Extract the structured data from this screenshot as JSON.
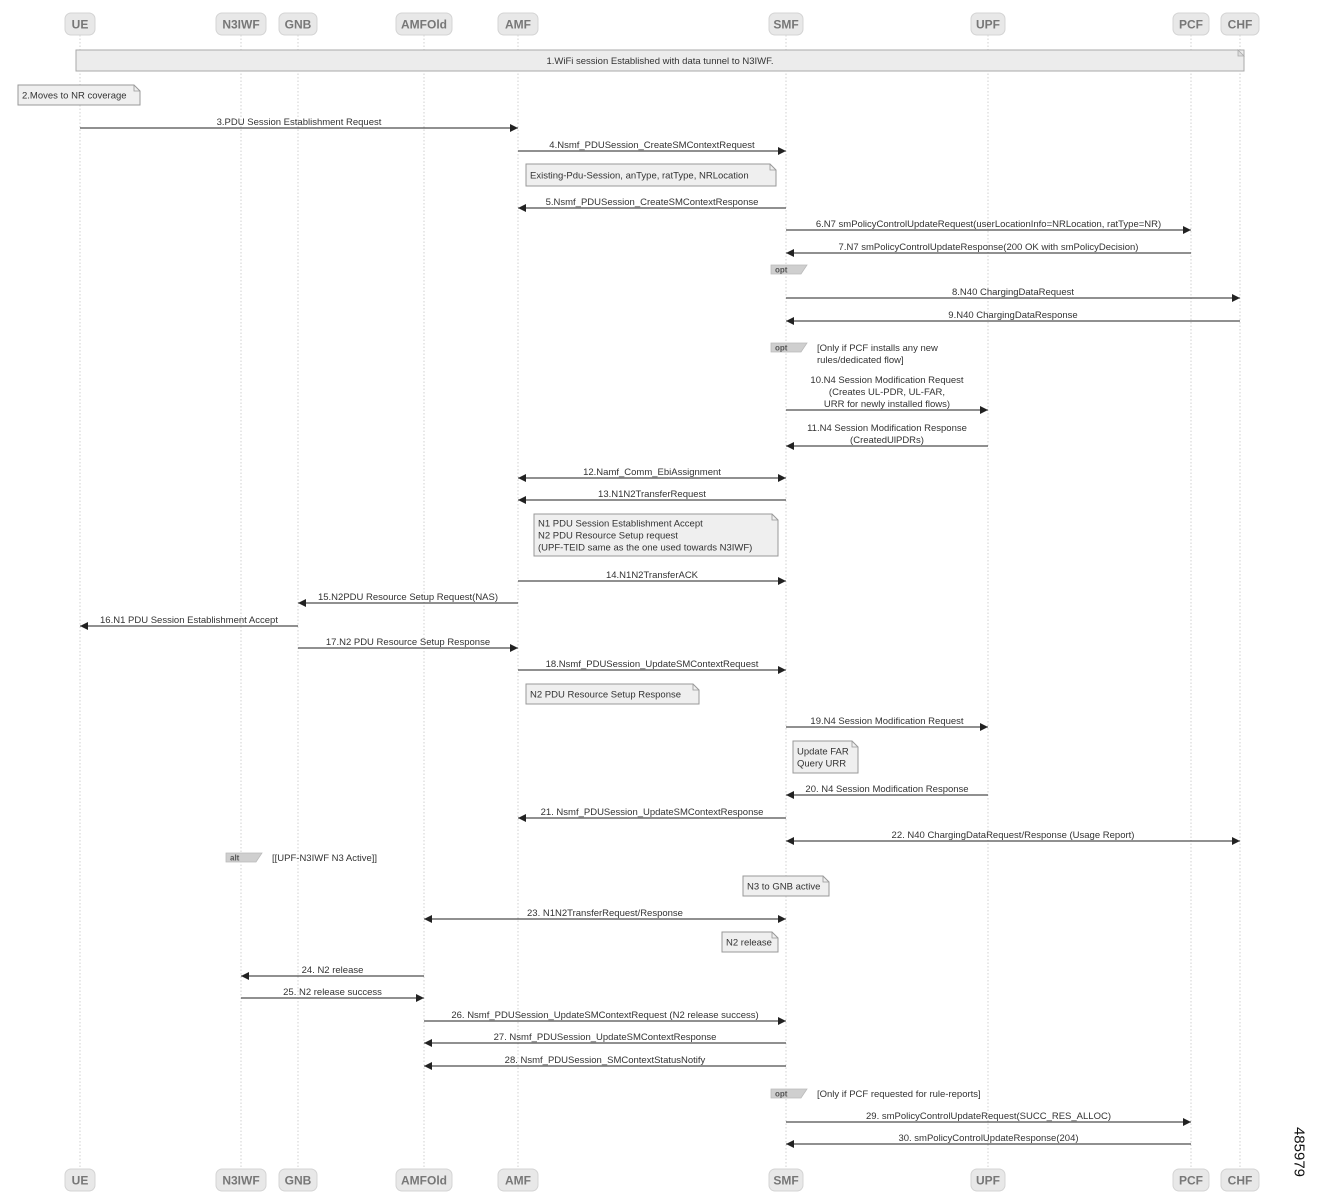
{
  "participants": [
    {
      "id": "ue",
      "label": "UE"
    },
    {
      "id": "n3iwf",
      "label": "N3IWF"
    },
    {
      "id": "gnb",
      "label": "GNB"
    },
    {
      "id": "amfold",
      "label": "AMFOld"
    },
    {
      "id": "amf",
      "label": "AMF"
    },
    {
      "id": "smf",
      "label": "SMF"
    },
    {
      "id": "upf",
      "label": "UPF"
    },
    {
      "id": "pcf",
      "label": "PCF"
    },
    {
      "id": "chf",
      "label": "CHF"
    }
  ],
  "banner": "1.WiFi session Established with data tunnel to N3IWF.",
  "messages": [
    {
      "from": "ue",
      "to": "amf",
      "label": "3.PDU Session Establishment Request"
    },
    {
      "from": "amf",
      "to": "smf",
      "label": "4.Nsmf_PDUSession_CreateSMContextRequest"
    },
    {
      "from": "smf",
      "to": "amf",
      "label": "5.Nsmf_PDUSession_CreateSMContextResponse"
    },
    {
      "from": "smf",
      "to": "pcf",
      "label": "6.N7 smPolicyControlUpdateRequest(userLocationInfo=NRLocation, ratType=NR)"
    },
    {
      "from": "pcf",
      "to": "smf",
      "label": "7.N7 smPolicyControlUpdateResponse(200 OK with smPolicyDecision)"
    },
    {
      "from": "smf",
      "to": "chf",
      "label": "8.N40 ChargingDataRequest"
    },
    {
      "from": "chf",
      "to": "smf",
      "label": "9.N40 ChargingDataResponse"
    },
    {
      "from": "smf",
      "to": "upf",
      "label": "10.N4 Session Modification Request",
      "label2": "(Creates UL-PDR, UL-FAR,",
      "label3": "URR for newly installed flows)"
    },
    {
      "from": "upf",
      "to": "smf",
      "label": "11.N4 Session Modification Response",
      "label2": "(CreatedUlPDRs)"
    },
    {
      "from": "smf",
      "to": "amf",
      "label": "12.Namf_Comm_EbiAssignment",
      "both": true
    },
    {
      "from": "smf",
      "to": "amf",
      "label": "13.N1N2TransferRequest"
    },
    {
      "from": "amf",
      "to": "smf",
      "label": "14.N1N2TransferACK"
    },
    {
      "from": "amf",
      "to": "gnb",
      "label": "15.N2PDU Resource Setup Request(NAS)"
    },
    {
      "from": "gnb",
      "to": "ue",
      "label": "16.N1 PDU Session Establishment Accept"
    },
    {
      "from": "gnb",
      "to": "amf",
      "label": "17.N2 PDU Resource Setup Response"
    },
    {
      "from": "amf",
      "to": "smf",
      "label": "18.Nsmf_PDUSession_UpdateSMContextRequest"
    },
    {
      "from": "smf",
      "to": "upf",
      "label": "19.N4 Session Modification Request"
    },
    {
      "from": "upf",
      "to": "smf",
      "label": "20. N4 Session Modification Response"
    },
    {
      "from": "smf",
      "to": "amf",
      "label": "21. Nsmf_PDUSession_UpdateSMContextResponse"
    },
    {
      "from": "smf",
      "to": "chf",
      "label": "22. N40 ChargingDataRequest/Response (Usage Report)",
      "both": true
    },
    {
      "from": "smf",
      "to": "amfold",
      "label": "23. N1N2TransferRequest/Response",
      "both": true
    },
    {
      "from": "amfold",
      "to": "n3iwf",
      "label": "24. N2 release"
    },
    {
      "from": "n3iwf",
      "to": "amfold",
      "label": "25. N2 release success"
    },
    {
      "from": "amfold",
      "to": "smf",
      "label": "26. Nsmf_PDUSession_UpdateSMContextRequest (N2 release success)"
    },
    {
      "from": "smf",
      "to": "amfold",
      "label": "27. Nsmf_PDUSession_UpdateSMContextResponse"
    },
    {
      "from": "smf",
      "to": "amfold",
      "label": "28. Nsmf_PDUSession_SMContextStatusNotify"
    },
    {
      "from": "smf",
      "to": "pcf",
      "label": "29. smPolicyControlUpdateRequest(SUCC_RES_ALLOC)"
    },
    {
      "from": "pcf",
      "to": "smf",
      "label": "30. smPolicyControlUpdateResponse(204)"
    }
  ],
  "notes": [
    {
      "lines": [
        "2.Moves to NR coverage"
      ]
    },
    {
      "lines": [
        "Existing-Pdu-Session, anType, ratType, NRLocation"
      ]
    },
    {
      "lines": [
        "N1 PDU Session Establishment Accept",
        "N2 PDU Resource Setup request",
        "(UPF-TEID same as the one used towards N3IWF)"
      ]
    },
    {
      "lines": [
        "N2 PDU Resource Setup Response"
      ]
    },
    {
      "lines": [
        "Update FAR",
        "Query URR"
      ]
    },
    {
      "lines": [
        "N3 to GNB active"
      ]
    },
    {
      "lines": [
        "N2 release"
      ]
    }
  ],
  "fragments": [
    {
      "tag": "opt",
      "condition": ""
    },
    {
      "tag": "opt",
      "condition": "[Only if PCF installs any new",
      "condition2": "rules/dedicated flow]"
    },
    {
      "tag": "alt",
      "condition": "[[UPF-N3IWF N3 Active]]"
    },
    {
      "tag": "opt",
      "condition": "[Only if PCF requested for rule-reports]"
    }
  ],
  "figure_id": "485979",
  "colors": {
    "participant_fill": "#e8e8e8",
    "participant_text": "#777777",
    "lifeline": "#d0d0d0",
    "arrow": "#222222",
    "note_fill": "#efefef",
    "note_border": "#999999",
    "fragment_tag": "#cfcfcf"
  }
}
